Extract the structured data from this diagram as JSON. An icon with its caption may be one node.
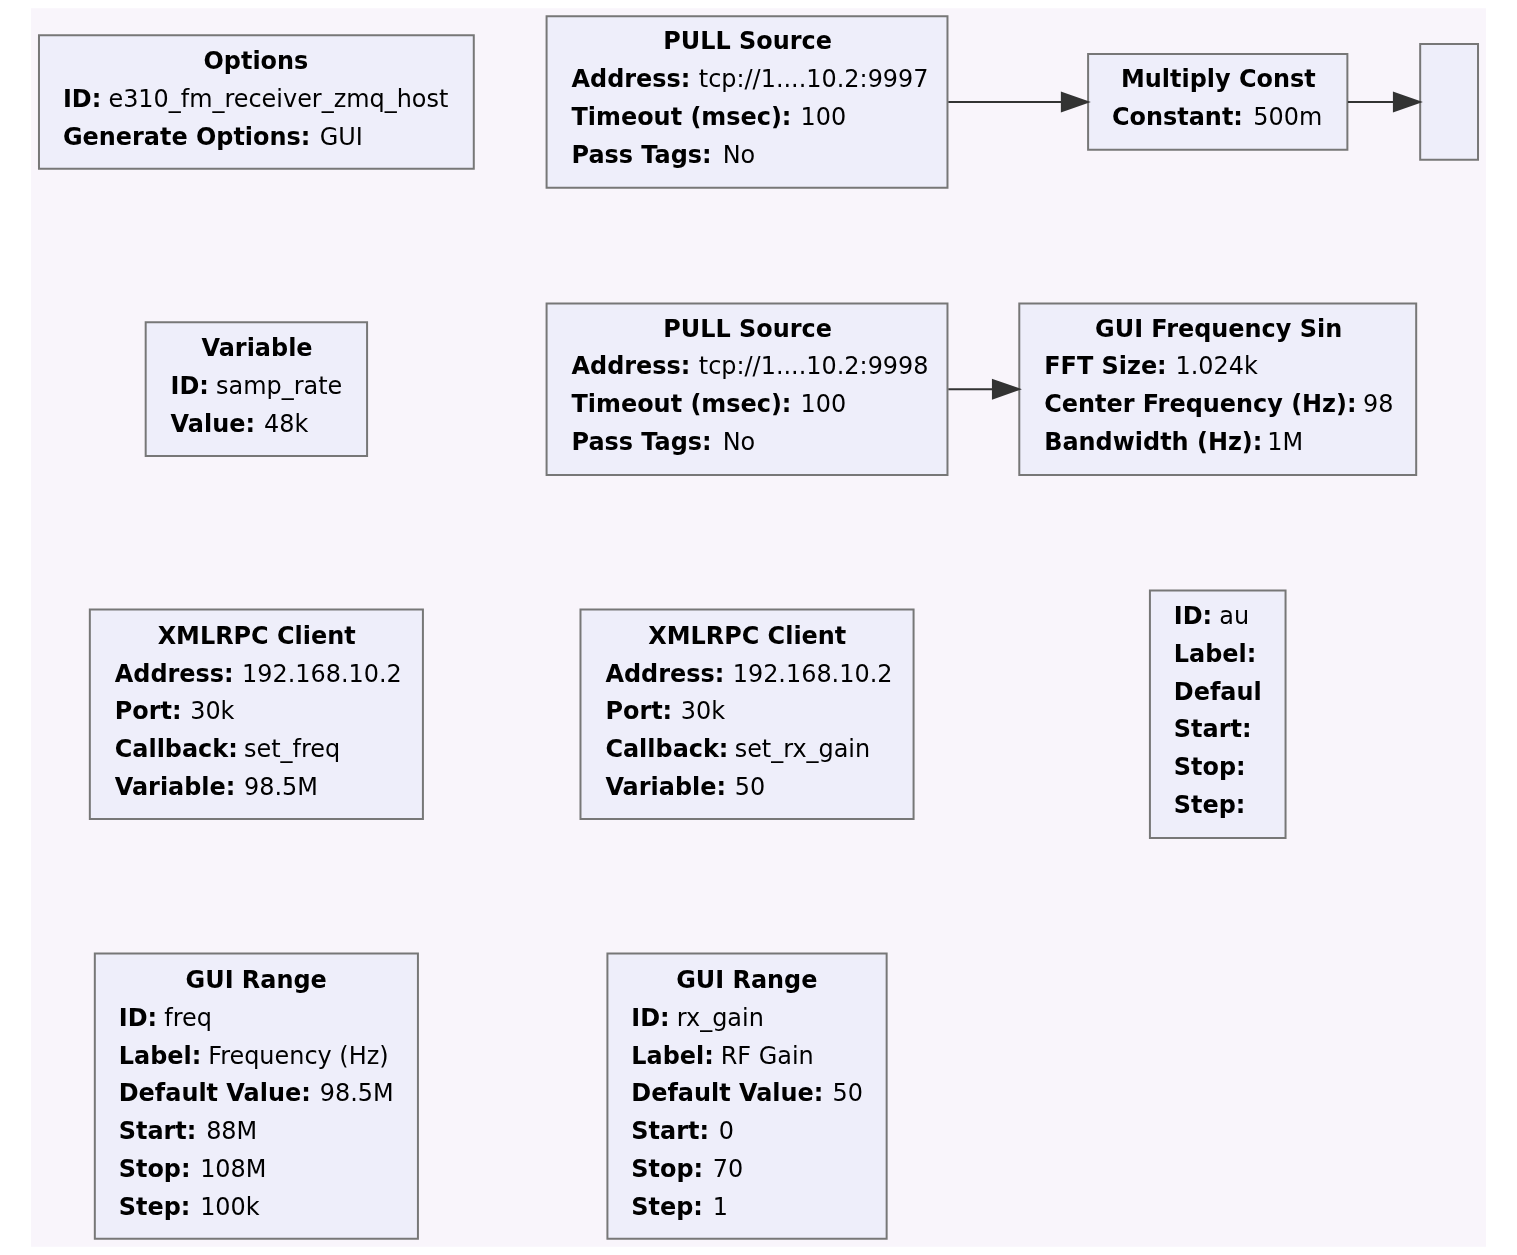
{
  "diagram": {
    "nodes": [
      {
        "text": [
          "Options",
          "**ID:** e310_fm_receiver_zmq_host",
          "**Generate Options:** GUI"
        ]
      },
      {
        "text": [
          "PULL Source",
          "**Address:** tcp://1....10.2:9997",
          "**Timeout (msec):** 100",
          "**Pass Tags:** No"
        ]
      },
      {
        "text": [
          "Multiply Const",
          "**Constant:** 500m"
        ]
      },
      {
        "text": [],
        "shape": "box"
      },
      {
        "text": [
          "Variable",
          "**ID:** samp_rate",
          "**Value:** 48k"
        ]
      },
      {
        "text": [
          "PULL Source",
          "**Address:** tcp://1....10.2:9998",
          "**Timeout (msec):** 100",
          "**Pass Tags:** No"
        ]
      },
      {
        "text": [
          "GUI Frequency Sin",
          "**FFT Size:** 1.024k",
          "**Center Frequency (Hz):** 98",
          "**Bandwidth (Hz):** 1M"
        ]
      },
      {
        "text": [
          "XMLRPC Client",
          "**Address:** 192.168.10.2",
          "**Port:** 30k",
          "**Callback:** set_freq",
          "**Variable:** 98.5M"
        ]
      },
      {
        "text": [
          "XMLRPC Client",
          "**Address:** 192.168.10.2",
          "**Port:** 30k",
          "**Callback:** set_rx_gain",
          "**Variable:** 50"
        ]
      },
      {
        "text": [
          "**ID:** au",
          "**Label:**",
          "**Defaul**",
          "**Start:**",
          "**Stop:**",
          "**Step:**"
        ]
      },
      {
        "text": [
          "GUI Range",
          "**ID:** freq",
          "**Label:** Frequency (Hz)",
          "**Default Value:** 98.5M",
          "**Start:** 88M",
          "**Stop:** 108M",
          "**Step:** 100k"
        ]
      },
      {
        "text": [
          "GUI Range",
          "**ID:** rx_gain",
          "**Label:** RF Gain",
          "**Default Value:** 50",
          "**Start:** 0",
          "**Stop:** 70",
          "**Step:** 1"
        ]
      }
    ],
    "edges": [
      {
        "from": 1,
        "to": 2,
        "arrow": "to"
      },
      {
        "from": 2,
        "to": 3,
        "arrow": "to"
      },
      {
        "from": 5,
        "to": 6,
        "arrow": "to"
      }
    ]
  }
}
